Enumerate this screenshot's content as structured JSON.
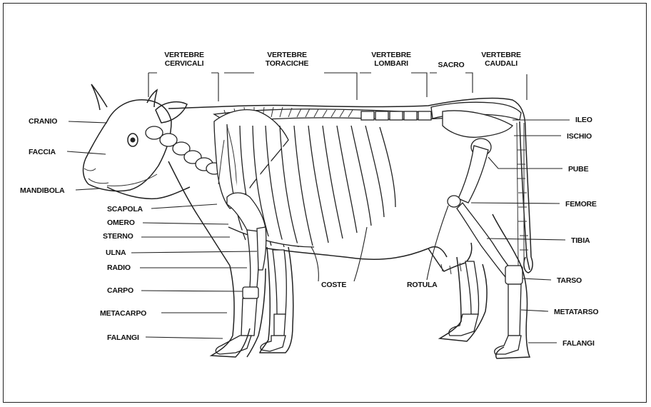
{
  "labels": {
    "top": {
      "vertebre_cervicali": [
        "VERTEBRE",
        "CERVICALI"
      ],
      "vertebre_toraciche": [
        "VERTEBRE",
        "TORACICHE"
      ],
      "vertebre_lombari": [
        "VERTEBRE",
        "LOMBARI"
      ],
      "sacro": "SACRO",
      "vertebre_caudali": [
        "VERTEBRE",
        "CAUDALI"
      ]
    },
    "left": {
      "cranio": "CRANIO",
      "faccia": "FACCIA",
      "mandibola": "MANDIBOLA",
      "scapola": "SCAPOLA",
      "omero": "OMERO",
      "sterno": "STERNO",
      "ulna": "ULNA",
      "radio": "RADIO",
      "carpo": "CARPO",
      "metacarpo": "METACARPO",
      "falangi": "FALANGI"
    },
    "right": {
      "ileo": "ILEO",
      "ischio": "ISCHIO",
      "pube": "PUBE",
      "femore": "FEMORE",
      "tibia": "TIBIA",
      "tarso": "TARSO",
      "metatarso": "METATARSO",
      "falangi": "FALANGI"
    },
    "bottom": {
      "coste": "COSTE",
      "rotula": "ROTULA"
    }
  }
}
